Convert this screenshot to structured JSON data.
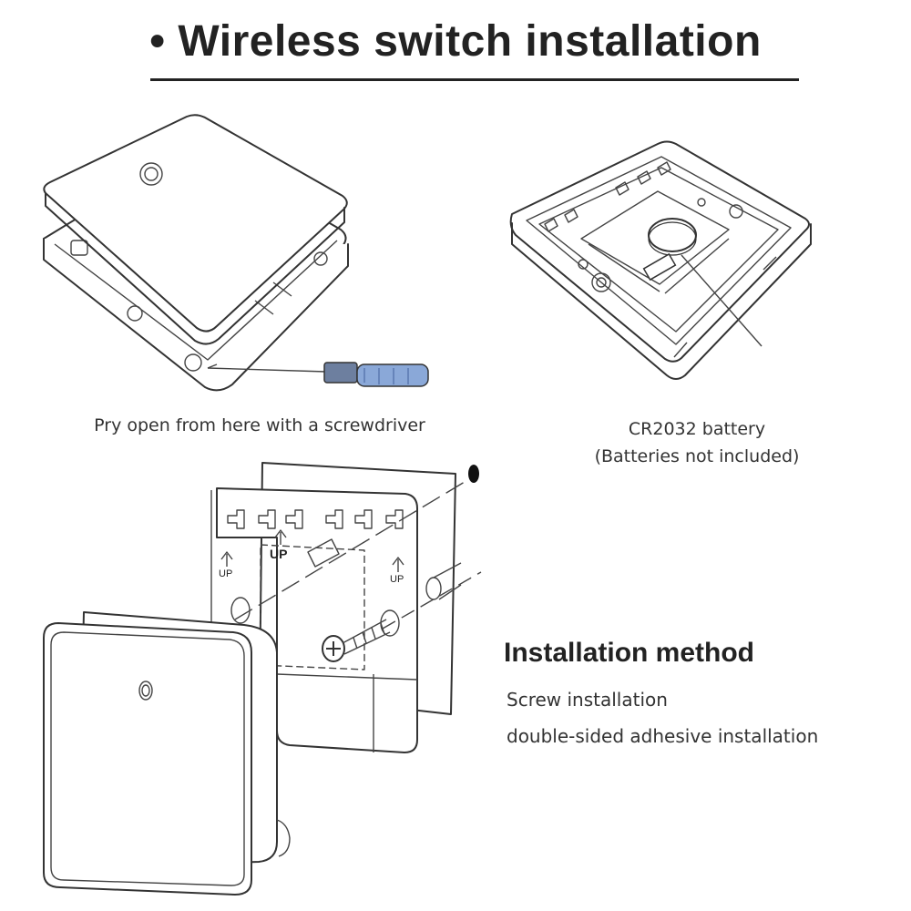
{
  "header": {
    "title": "• Wireless switch installation"
  },
  "captions": {
    "pry": "Pry open from here with a screwdriver",
    "battery_line1": "CR2032 battery",
    "battery_line2": "(Batteries not included)"
  },
  "mount_labels": {
    "up_main": "UP",
    "up_left": "UP",
    "up_right": "UP"
  },
  "installation": {
    "title": "Installation method",
    "methods": [
      "Screw installation",
      "double-sided adhesive installation"
    ]
  },
  "colors": {
    "text": "#222222",
    "screwdriver_handle": "#8aa8d8",
    "line": "#333333"
  }
}
